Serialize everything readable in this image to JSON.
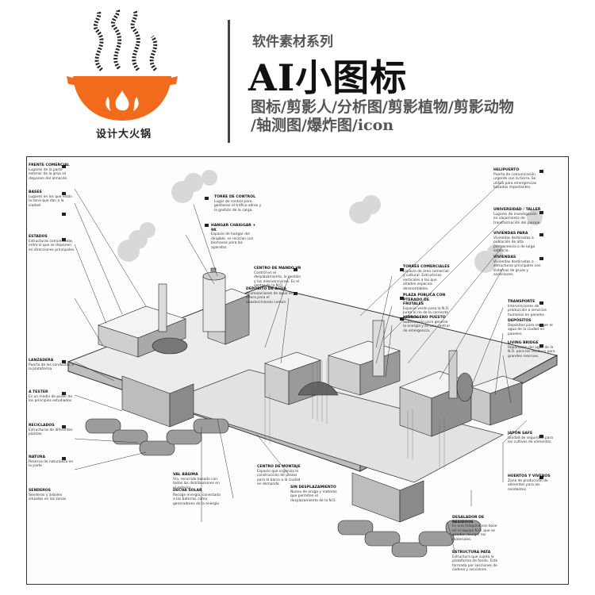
{
  "logo": {
    "caption": "设计大火锅",
    "wok_color": "#f26a1b",
    "flame_color": "#ffffff"
  },
  "header": {
    "series": "软件素材系列",
    "title": "AI小图标",
    "tags_line1": "图标/剪影人/分析图/剪影植物/剪影动物",
    "tags_line2": "/轴测图/爆炸图/icon"
  },
  "illustration": {
    "callouts": [
      {
        "head": "TORRE DE CONTROL",
        "body": "Lugar de control para gestionar el tráfico aéreo y la gestión de la carga."
      },
      {
        "head": "HANGAR CHAIGGAR + 9K",
        "body": "Espacio de hangar del dirigible, se reciclan con biomasas para los aparatos."
      },
      {
        "head": "CENTRO DE MANDO VR",
        "body": "Control en el desplazamiento, la gestión y las intervenciones. Es el centro de la N.O."
      },
      {
        "head": "DEPÓSITO DE AGUA",
        "body": "Acumulaciones de agua en altura para el abastecimiento común."
      },
      {
        "head": "TORRES COMERCIALES",
        "body": "Espacio de área comercial y cultural. Estructuras verticales a las que añaden espacios desmontables."
      },
      {
        "head": "PLAZA PÚBLICA CON PTERADO DE FRUTALES",
        "body": "Espacio verde para la N.O. Junto al río de la corriente ajustado."
      },
      {
        "head": "HIDROGENO PUESTO",
        "body": "Subestación para generar la energía y es una central de emergencia."
      },
      {
        "head": "CENTRO DE MONTAJE",
        "body": "Espacio que organiza la construcción de piezas para el barco a la ciudad en demanda."
      },
      {
        "head": "SIN DESPLAZAMIENTO",
        "body": "Nuevo de oruga y motores que permiten el desplazamiento de la N.O."
      },
      {
        "head": "DECHA SOLAR",
        "body": "Recoge energía, conectada a las baterías como generadores de la energía."
      },
      {
        "head": "VAL BÁSIMA",
        "body": "Vía, recorrido basado con todas las distribuciones en el exterior."
      },
      {
        "head": "HELIPUERTO",
        "body": "Puerto de comunicación urgente con la tierra. Se utiliza para emergencias basadas importantes."
      },
      {
        "head": "UNIVERSIDAD / TALLER",
        "body": "Lugares de investigación en alojamiento de transformación del paisaje."
      },
      {
        "head": "VIVIENDAS PARA",
        "body": "Viviendas destinadas a población de alta permanencia o de larga estancia."
      },
      {
        "head": "VIVIENDAS",
        "body": "Viviendas destinadas a estructuras principales con sistemas de gruas y ascensores."
      },
      {
        "head": "TRANSPORTE",
        "body": "Intervenciones de producción a servicios humanos en paneles."
      },
      {
        "head": "DEPÓSITOS",
        "body": "Depósitos para recoger el agua de la ciudad en paneles."
      },
      {
        "head": "LIVING BRIDGE",
        "body": "Reparación del agua de la N.O. para los residuos para grandes reservas."
      },
      {
        "head": "JAPÓN SAFE",
        "body": "Unidad de seguridad para los cultivos de alimentos."
      },
      {
        "head": "HUERTOS Y VIVEROS",
        "body": "Zona de producción de alimentos para los residentes."
      },
      {
        "head": "DESALADOR DE RESIDUOS",
        "body": "Es una máquina con base en el equipo N.O. que se pueden recoger los materiales."
      },
      {
        "head": "ESTRUCTURA PATA",
        "body": "Estructura que sujeta la plataforma de fondo. Está formada por secciones de cadena y secciones."
      },
      {
        "head": "FRENTE COMERCIAL",
        "body": "Lugares de la parte exterior de la grúa se disponen del almacén."
      },
      {
        "head": "BASES",
        "body": "Lugares en los que están la zona que dan a la ciudad."
      },
      {
        "head": "ESTADOS",
        "body": "Estructuras comunicadas entre sí que se disponen en direcciones principales."
      },
      {
        "head": "LANZADERA",
        "body": "Puerta de los conductos a la plataforma."
      },
      {
        "head": "A TESTER",
        "body": "Es un medio de poder de los principios estudiados."
      },
      {
        "head": "RECICLADOS",
        "body": "Estructuras de diferentes plantas."
      },
      {
        "head": "NATURA",
        "body": "Reserva de naturaleza en la parte."
      },
      {
        "head": "SENDEROS",
        "body": "Senderos y árboles situados en las zonas."
      }
    ]
  }
}
